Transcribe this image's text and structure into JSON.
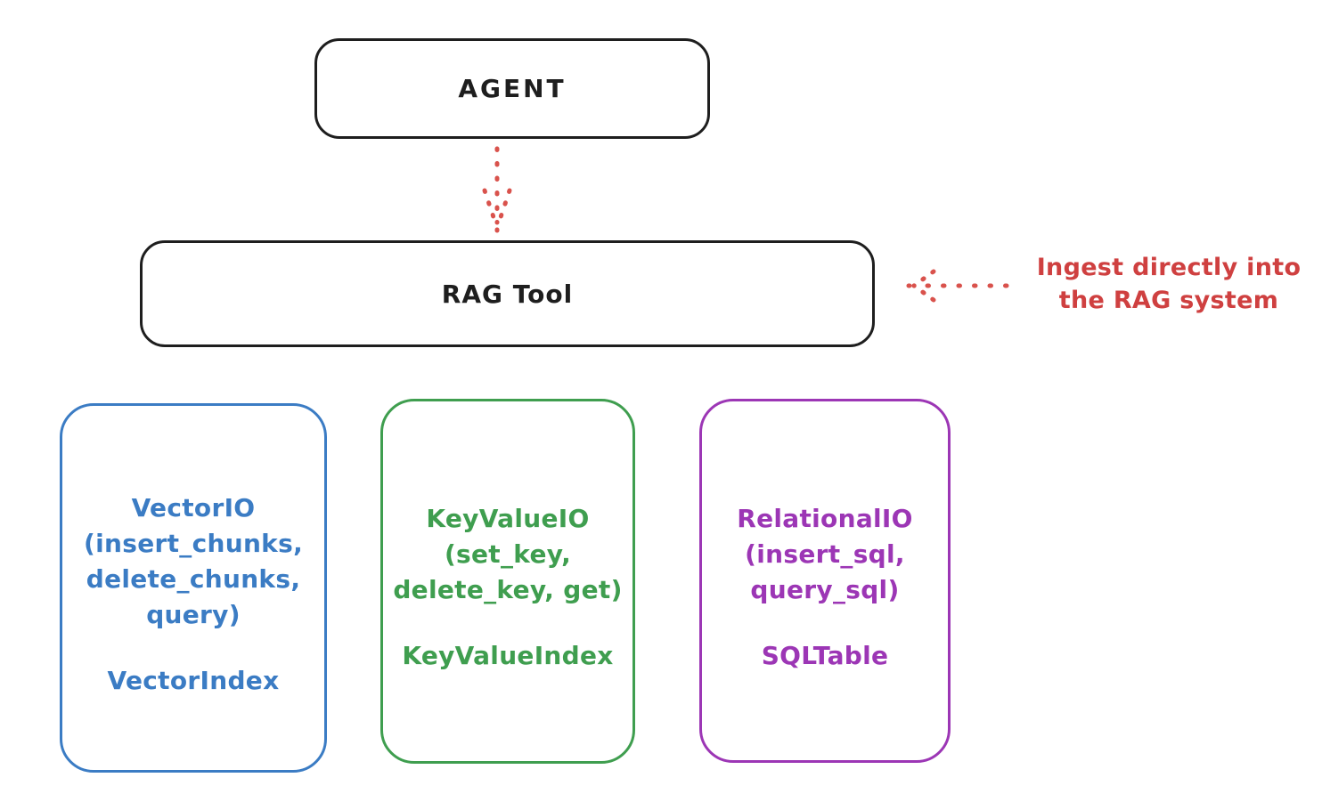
{
  "diagram": {
    "title_hint": "RAG Tool architecture sketch",
    "agent_box": {
      "label": "AGENT"
    },
    "rag_tool_box": {
      "label": "RAG Tool"
    },
    "annotation": {
      "line1": "Ingest directly into",
      "line2": "the RAG system",
      "color": "#cf4040"
    },
    "arrows": [
      {
        "name": "agent-to-rag-arrow",
        "style": "dotted",
        "direction": "down",
        "color": "#d9524c"
      },
      {
        "name": "annotation-to-rag-arrow",
        "style": "dotted",
        "direction": "left",
        "color": "#d9524c"
      }
    ],
    "storage_boxes": [
      {
        "id": "vector-io",
        "color": "#3b7cc4",
        "lines": [
          "VectorIO",
          "(insert_chunks,",
          "delete_chunks,",
          "query)"
        ],
        "index_label": "VectorIndex"
      },
      {
        "id": "keyvalue-io",
        "color": "#3f9e4f",
        "lines": [
          "KeyValueIO",
          "(set_key,",
          "delete_key, get)"
        ],
        "index_label": "KeyValueIndex"
      },
      {
        "id": "relational-io",
        "color": "#9c36b5",
        "lines": [
          "RelationalIO",
          "(insert_sql,",
          "query_sql)"
        ],
        "index_label": "SQLTable"
      }
    ],
    "colors": {
      "stroke": "#1e1e1e",
      "background": "#ffffff"
    }
  }
}
